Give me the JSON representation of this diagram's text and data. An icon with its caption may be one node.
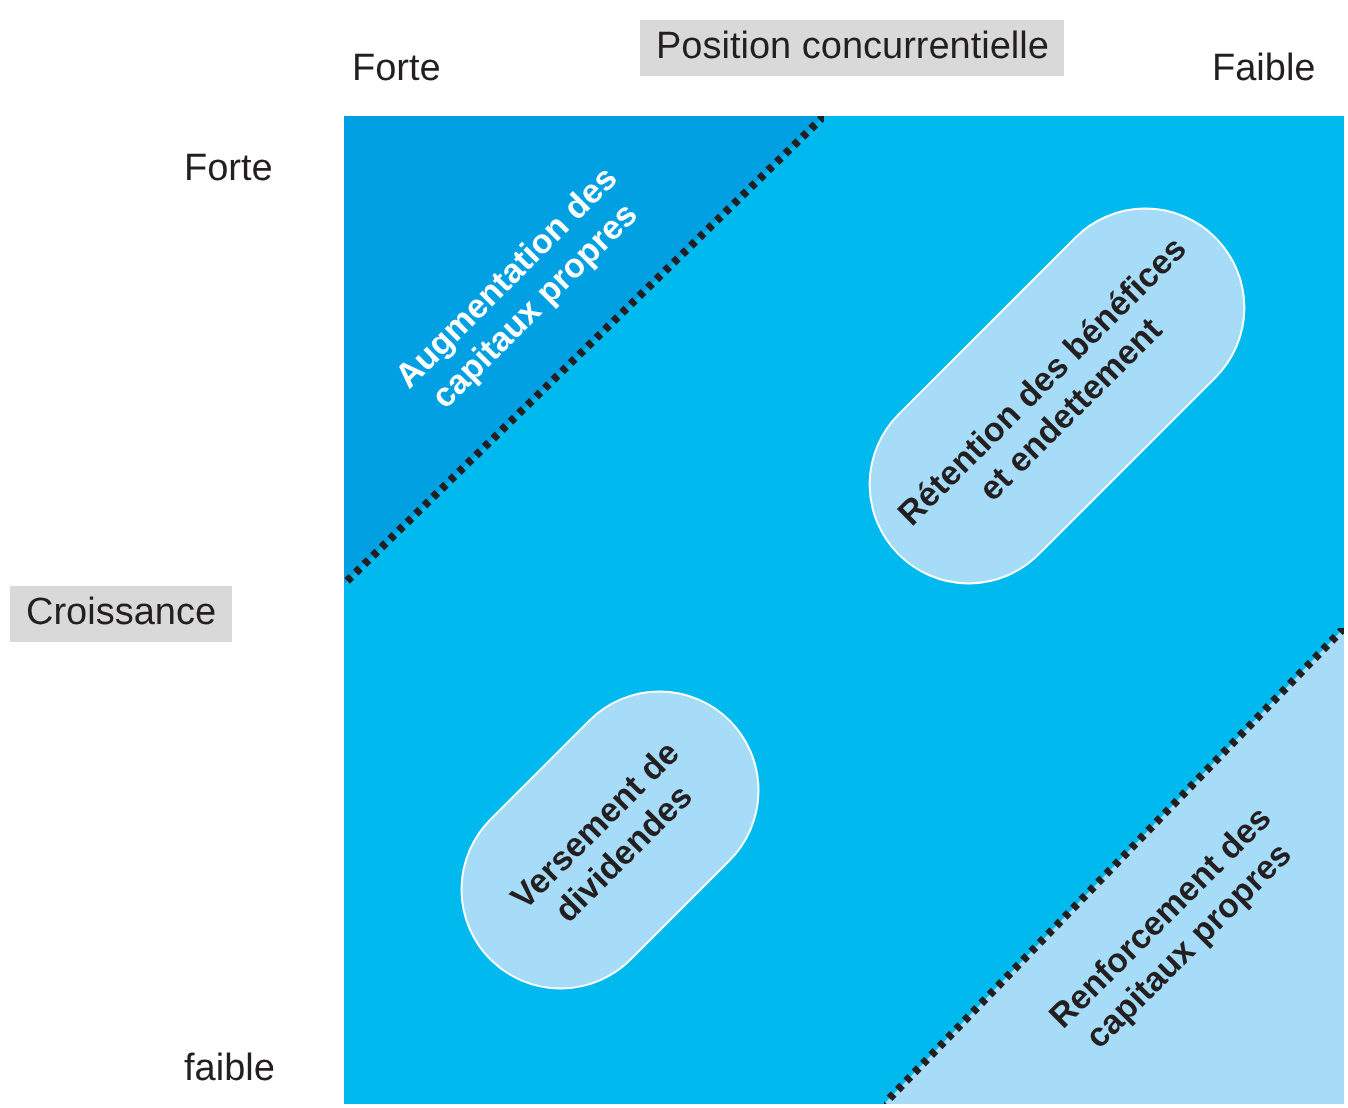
{
  "diagram": {
    "nodes": [
      {
        "text": [],
        "shape": "box"
      },
      {
        "text": [
          "Augmentation des capitaux propres"
        ],
        "in": 0
      },
      {
        "text": [
          "Rétention des bénéfices et endettement"
        ],
        "in": 0
      },
      {
        "text": [
          "Versement de dividendes"
        ],
        "in": 0
      },
      {
        "text": [
          "Renforcement des capitaux propres"
        ],
        "in": 0
      },
      {
        "text": [
          "Position concurrentielle"
        ]
      },
      {
        "text": [
          "Croissance"
        ]
      }
    ],
    "labels": [
      "Forte",
      "Faible",
      "Forte",
      "faible"
    ]
  }
}
